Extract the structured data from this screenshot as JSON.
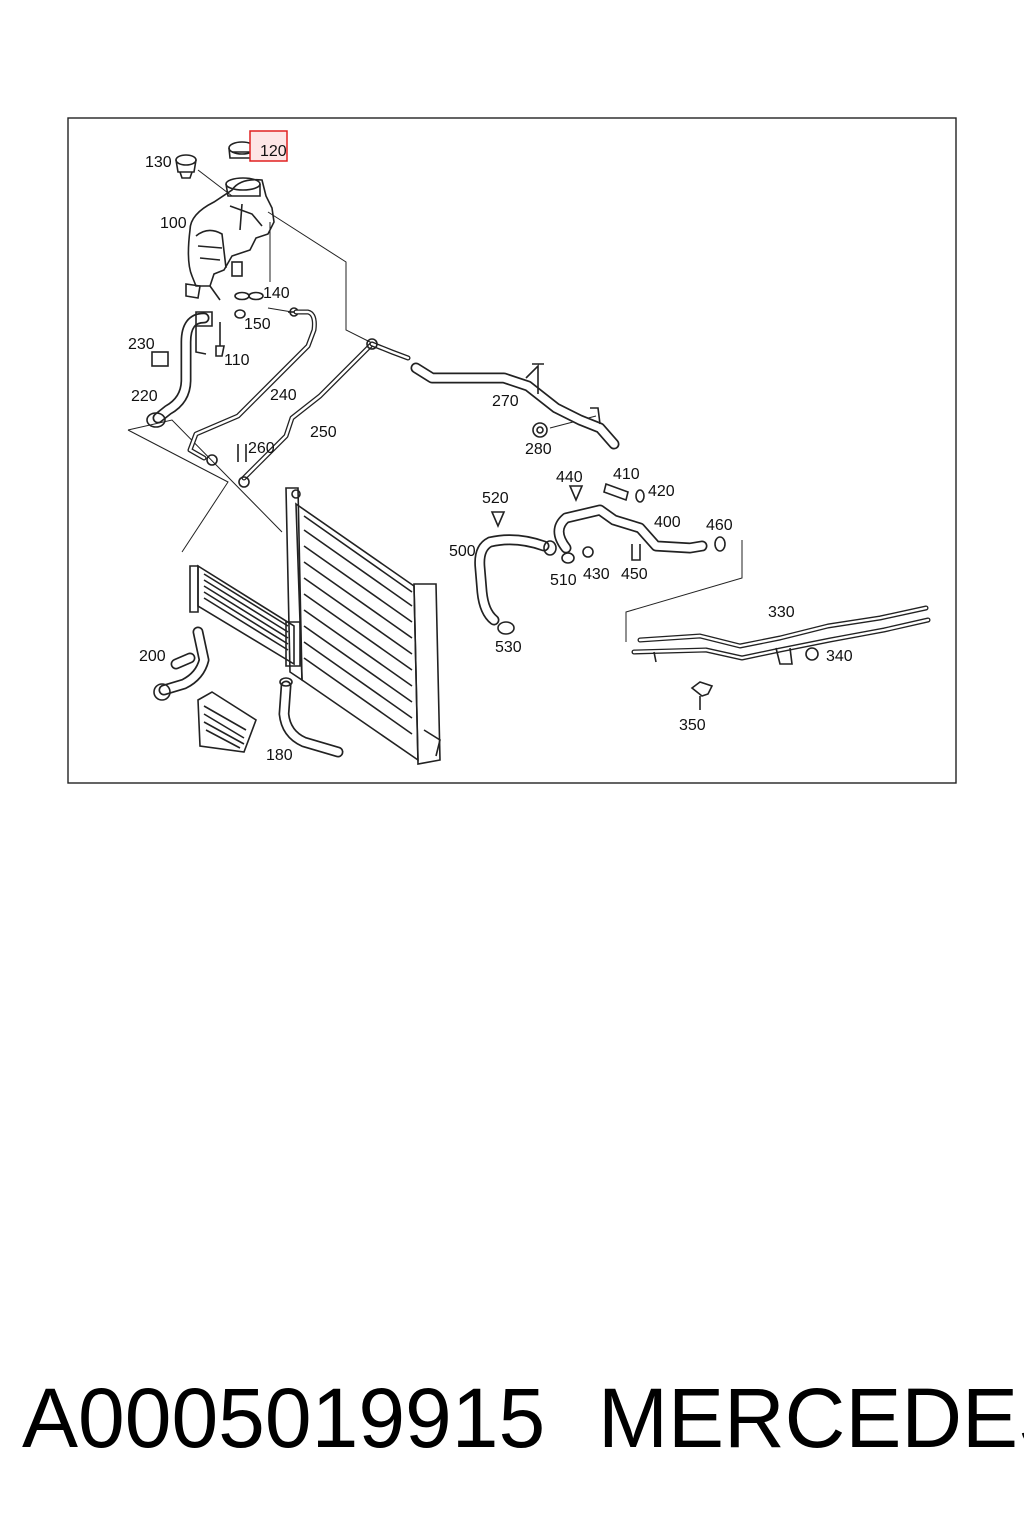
{
  "diagram": {
    "labels": [
      "130",
      "120",
      "100",
      "140",
      "150",
      "110",
      "230",
      "220",
      "240",
      "260",
      "250",
      "270",
      "280",
      "440",
      "410",
      "420",
      "520",
      "400",
      "460",
      "500",
      "510",
      "430",
      "450",
      "530",
      "330",
      "340",
      "200",
      "180",
      "350"
    ],
    "highlighted_label": "120",
    "highlight_color": "#e02020",
    "line_color": "#222222"
  },
  "footer": {
    "part_number": "A0005019915",
    "brand": "MERCEDES"
  }
}
